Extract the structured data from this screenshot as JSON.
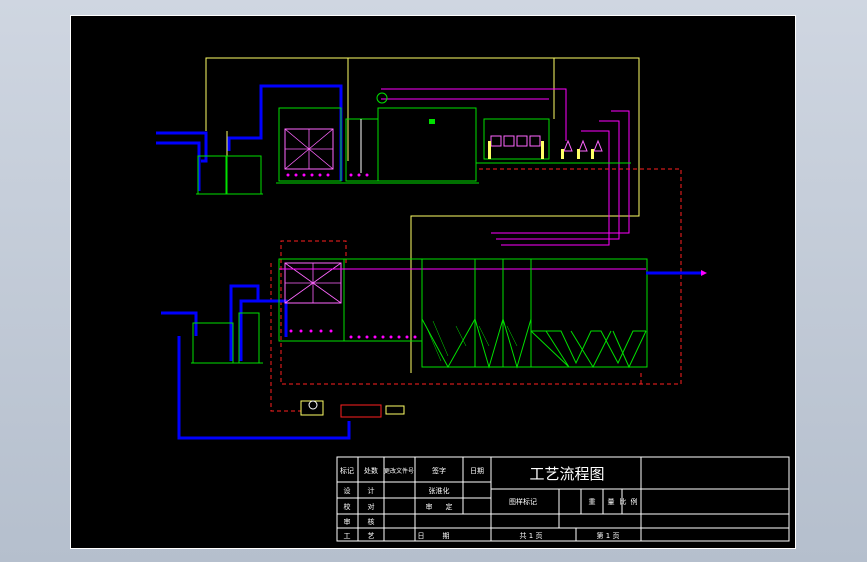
{
  "colors": {
    "background": "#000000",
    "frame": "#ffffff",
    "process": "#00e000",
    "water": "#0000ff",
    "air": "#ffff66",
    "chemical": "#ff00ff",
    "sludge": "#ff2020",
    "equipment": "#ff66ff"
  },
  "title_block": {
    "title": "工艺流程图",
    "rows": [
      [
        "标记",
        "处数",
        "更改文件号",
        "签字",
        "日期"
      ],
      [
        "设",
        "计",
        "张淮化"
      ],
      [
        "校",
        "对",
        "",
        "审",
        "定"
      ],
      [
        "审",
        "核"
      ],
      [
        "工",
        "艺",
        "",
        "日",
        "期"
      ]
    ],
    "graph_mark_label": "图样标记",
    "weight_label": "重",
    "scale_label": "量",
    "ratio_label": "比",
    "ratio_label2": "例",
    "sheets_total": "共  1  页",
    "sheet_no": "第 1  页"
  }
}
